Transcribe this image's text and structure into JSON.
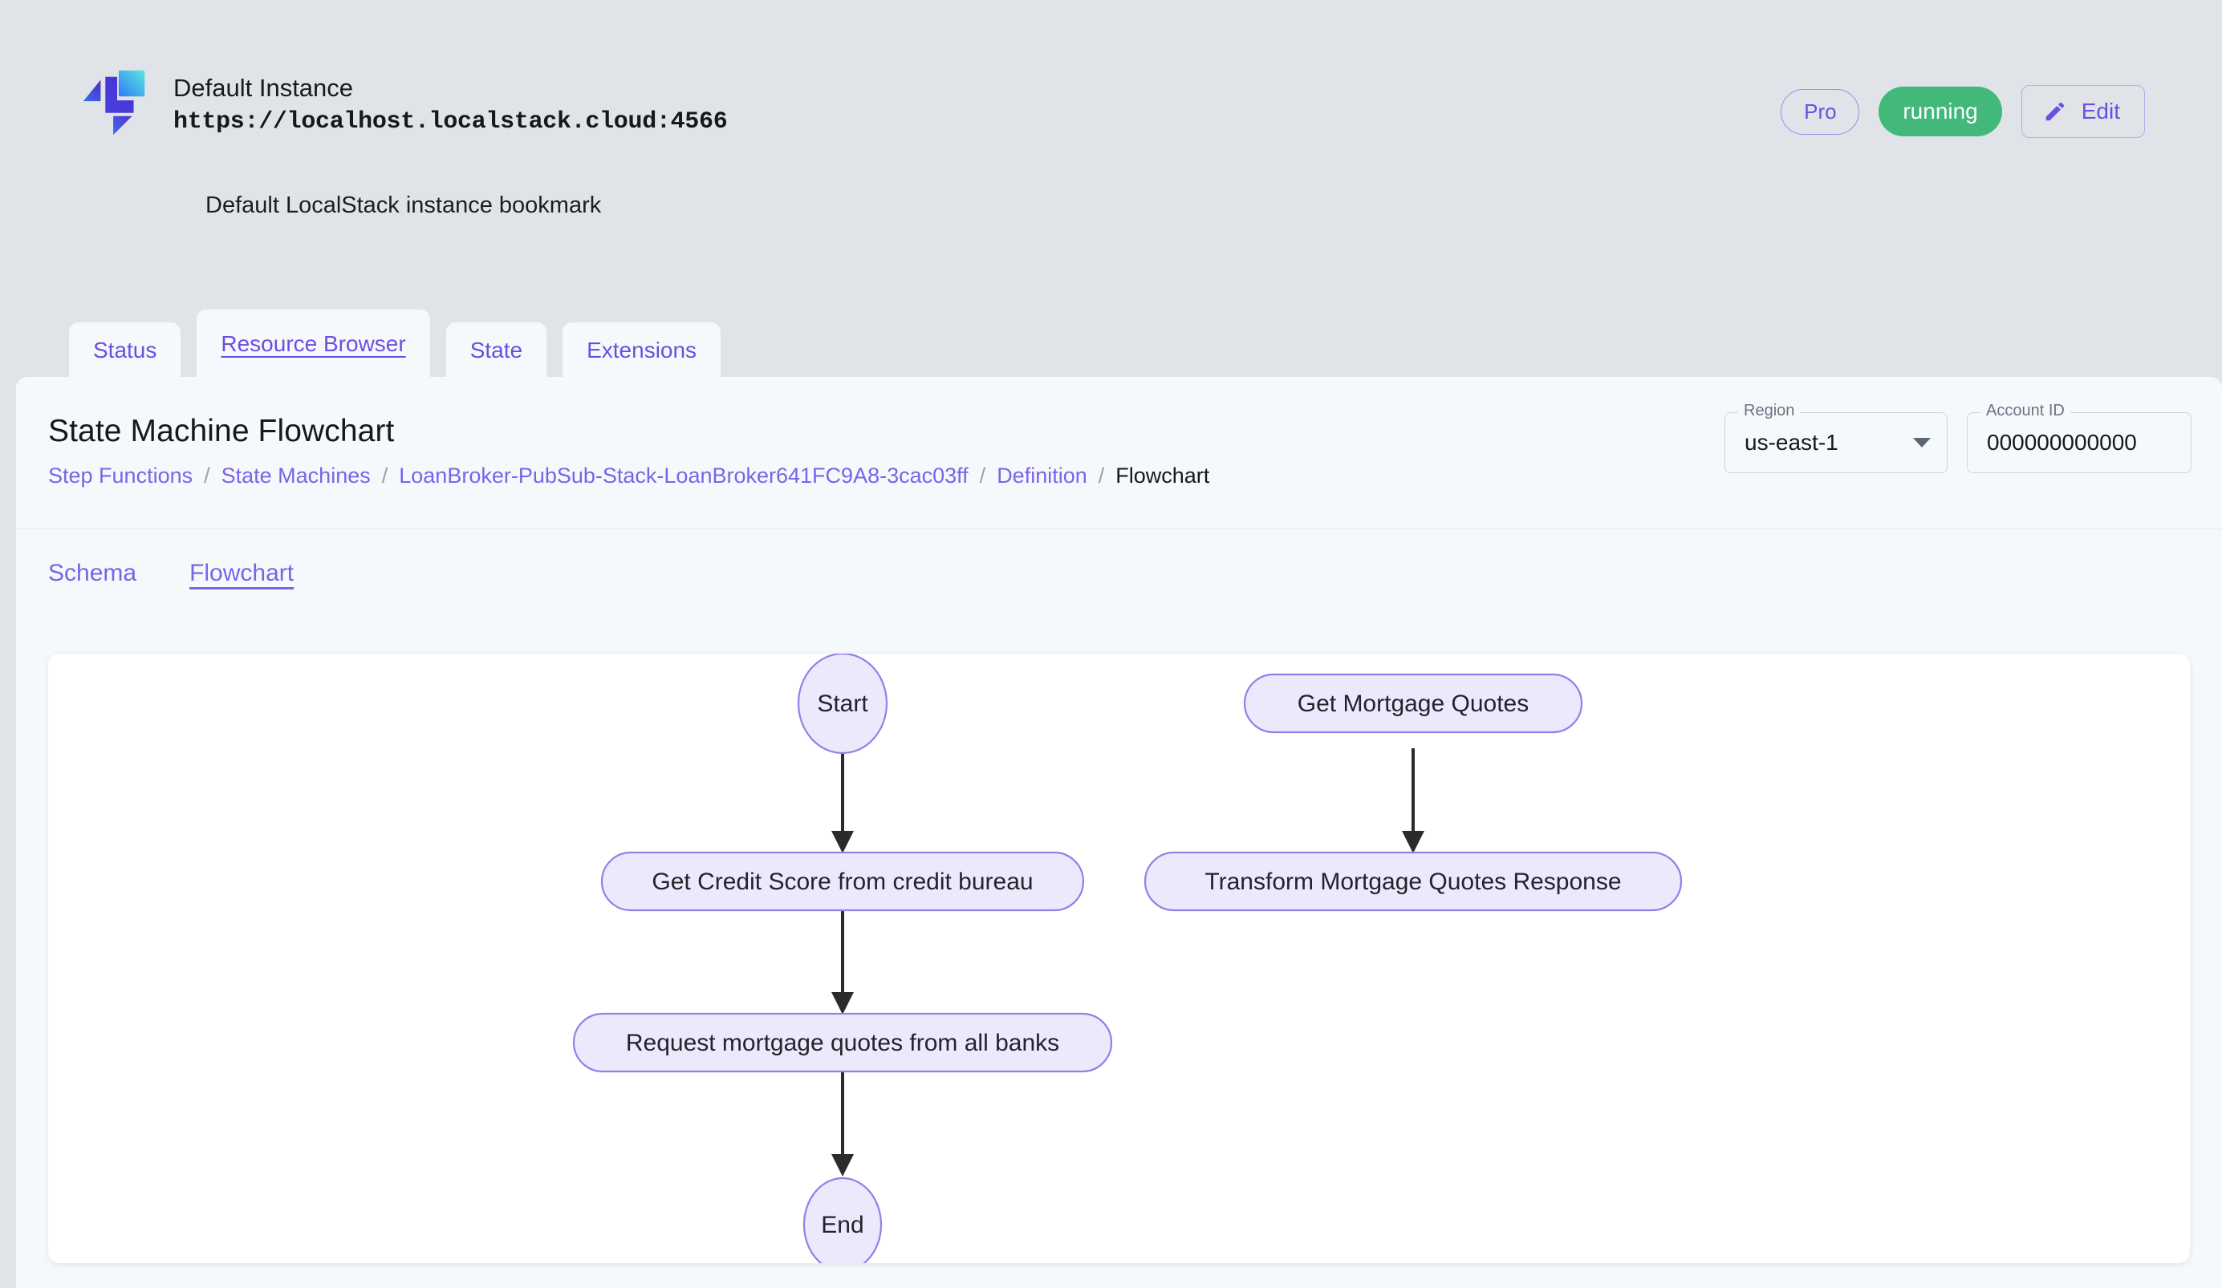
{
  "instance": {
    "logo_icon": "localstack-logo-icon",
    "name": "Default Instance",
    "url": "https://localhost.localstack.cloud:4566",
    "description": "Default LocalStack instance bookmark",
    "pro_label": "Pro",
    "status_label": "running",
    "status_color": "#42b97a",
    "edit_label": "Edit",
    "edit_icon": "pencil-icon"
  },
  "main_tabs": [
    {
      "label": "Status",
      "active": false
    },
    {
      "label": "Resource Browser",
      "active": true
    },
    {
      "label": "State",
      "active": false
    },
    {
      "label": "Extensions",
      "active": false
    }
  ],
  "page": {
    "title": "State Machine Flowchart",
    "breadcrumb": [
      {
        "label": "Step Functions",
        "current": false
      },
      {
        "label": "State Machines",
        "current": false
      },
      {
        "label": "LoanBroker-PubSub-Stack-LoanBroker641FC9A8-3cac03ff",
        "current": false
      },
      {
        "label": "Definition",
        "current": false
      },
      {
        "label": "Flowchart",
        "current": true
      }
    ],
    "separator": "/"
  },
  "selectors": {
    "region": {
      "label": "Region",
      "value": "us-east-1",
      "icon": "chevron-down-icon"
    },
    "account": {
      "label": "Account ID",
      "value": "000000000000"
    }
  },
  "sub_tabs": [
    {
      "label": "Schema",
      "active": false
    },
    {
      "label": "Flowchart",
      "active": true
    }
  ],
  "flowchart": {
    "node_fill": "#ece9fd",
    "node_stroke": "#9a7ce8",
    "edge_color": "#2b2b2b",
    "nodes": [
      {
        "id": "start",
        "label": "Start",
        "shape": "ellipse"
      },
      {
        "id": "credit",
        "label": "Get Credit Score from credit bureau",
        "shape": "rounded-rect"
      },
      {
        "id": "request",
        "label": "Request mortgage quotes from all banks",
        "shape": "rounded-rect"
      },
      {
        "id": "end",
        "label": "End",
        "shape": "ellipse"
      },
      {
        "id": "getquotes",
        "label": "Get Mortgage Quotes",
        "shape": "rounded-rect"
      },
      {
        "id": "transform",
        "label": "Transform Mortgage Quotes Response",
        "shape": "rounded-rect"
      }
    ],
    "edges": [
      {
        "from": "start",
        "to": "credit"
      },
      {
        "from": "credit",
        "to": "request"
      },
      {
        "from": "request",
        "to": "end"
      },
      {
        "from": "getquotes",
        "to": "transform"
      }
    ]
  },
  "theme": {
    "page_bg": "#e0e3e8",
    "panel_bg": "#f6f9fc",
    "accent": "#7b63e8",
    "card_bg": "#ffffff"
  }
}
